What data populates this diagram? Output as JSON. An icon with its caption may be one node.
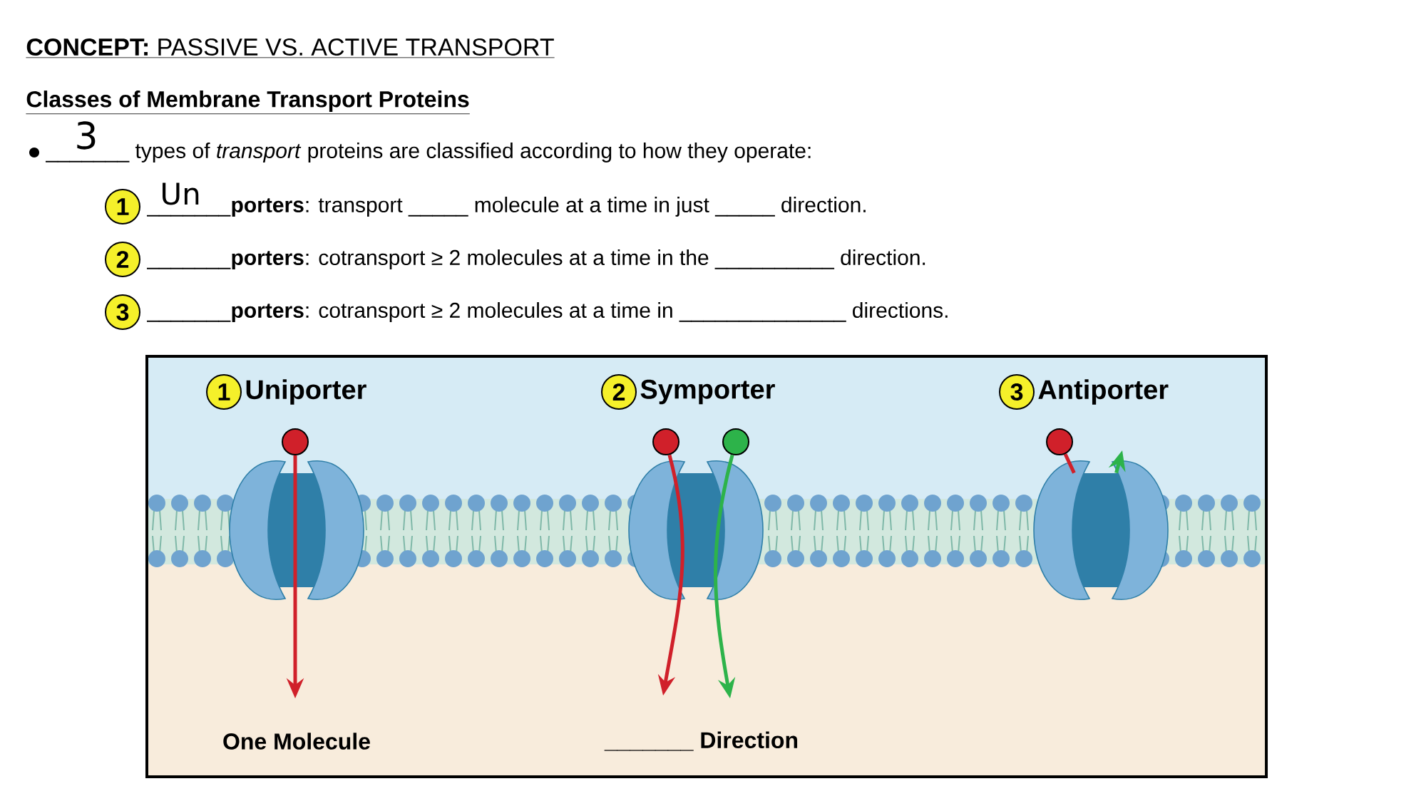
{
  "diagram": {
    "nodes": [
      {
        "text": [
          "1"
        ]
      },
      {
        "text": [
          "2"
        ]
      },
      {
        "text": [
          "3"
        ]
      },
      {
        "text": [
          "1"
        ],
        "beside": [
          "Uniporter"
        ]
      },
      {
        "text": [
          "2"
        ],
        "beside": [
          "Symporter"
        ]
      },
      {
        "text": [
          "3"
        ],
        "beside": [
          "Antiporter"
        ]
      },
      {
        "text": [],
        "shape": "circle"
      },
      {
        "text": [],
        "shape": "picture"
      },
      {
        "text": [],
        "shape": "circle"
      },
      {
        "text": [],
        "shape": "circle"
      },
      {
        "text": [],
        "shape": "picture"
      },
      {
        "text": [],
        "shape": "circle"
      },
      {
        "text": [],
        "shape": "picture"
      }
    ],
    "edges": [
      {
        "from": 6,
        "to": null,
        "arrow": "to"
      },
      {
        "from": 8,
        "to": null,
        "arrow": "to"
      },
      {
        "from": 9,
        "to": null,
        "arrow": "to",
        "color": "#2db34a"
      },
      {
        "from": 11,
        "to": 12,
        "arrow": "none"
      },
      {
        "from": 12,
        "to": null,
        "arrow": "to",
        "color": "#2db34a"
      }
    ],
    "labels": [
      "**CONCEPT:** PASSIVE VS. ACTIVE TRANSPORT",
      "Classes of Membrane Transport Proteins",
      "3",
      "_______ types of *transport* proteins are classified according to how they operate:",
      "Un",
      "_______**porters**: transport _____ molecule at a time in just _____ direction.",
      "_______**porters**: cotransport ≥ 2 molecules at a time in the __________ direction.",
      "_______**porters**: cotransport ≥ 2 molecules at a time in ______________ directions.",
      "One Molecule",
      "_______ Direction"
    ]
  }
}
